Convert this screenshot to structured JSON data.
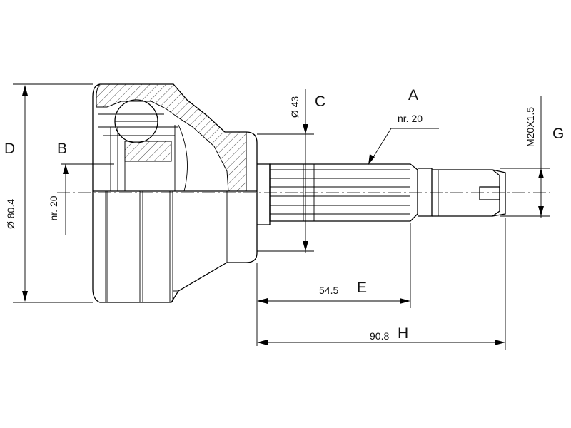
{
  "labels": {
    "a": "A",
    "b": "B",
    "c": "C",
    "d": "D",
    "e": "E",
    "g": "G",
    "h": "H"
  },
  "values": {
    "a_teeth": "nr. 20",
    "b_teeth": "nr. 20",
    "c_diameter": "Ø 43",
    "d_diameter": "Ø 80.4",
    "e_length": "54.5",
    "g_thread": "M20X1.5",
    "h_length": "90.8"
  }
}
